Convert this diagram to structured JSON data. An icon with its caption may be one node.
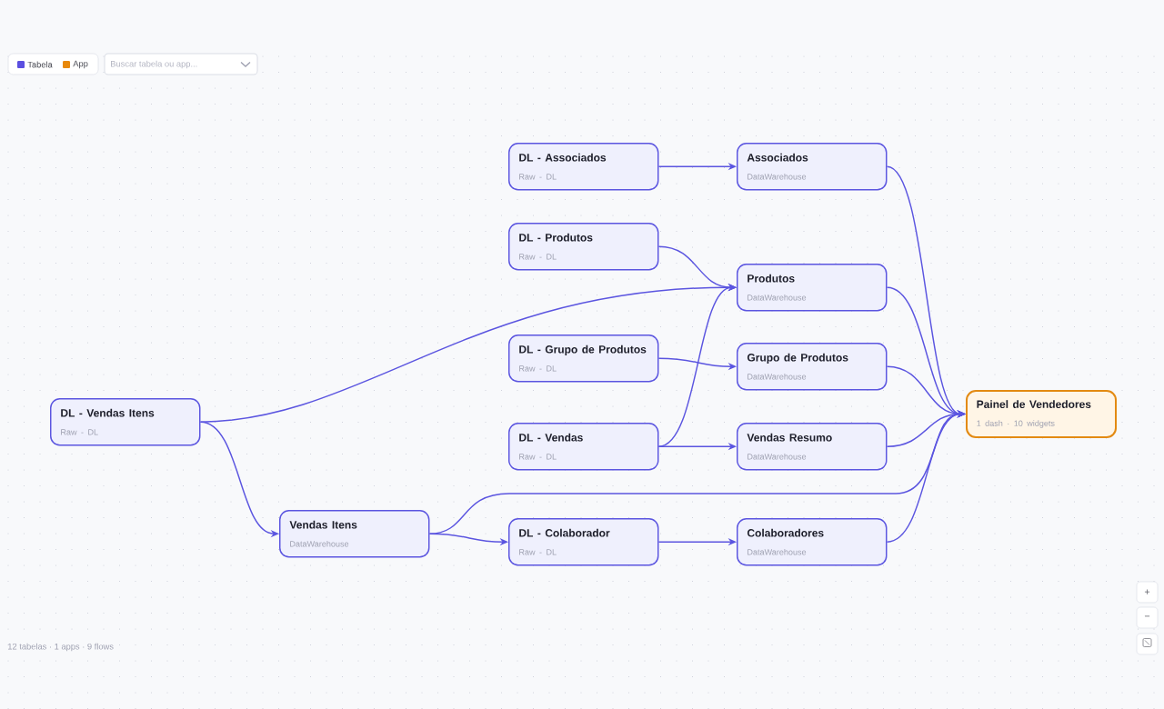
{
  "diagram": {
    "nodes": [
      {
        "text": [
          "DL - Associados",
          "Raw - DL"
        ]
      },
      {
        "text": [
          "DL - Produtos",
          "Raw - DL"
        ]
      },
      {
        "text": [
          "DL - Grupo de Produtos",
          "Raw - DL"
        ]
      },
      {
        "text": [
          "DL - Vendas Itens",
          "Raw - DL"
        ]
      },
      {
        "text": [
          "DL - Vendas",
          "Raw - DL"
        ]
      },
      {
        "text": [
          "Vendas Itens",
          "DataWarehouse"
        ]
      },
      {
        "text": [
          "DL - Colaborador",
          "Raw - DL"
        ]
      },
      {
        "text": [
          "Associados",
          "DataWarehouse"
        ]
      },
      {
        "text": [
          "Produtos",
          "DataWarehouse"
        ]
      },
      {
        "text": [
          "Grupo de Produtos",
          "DataWarehouse"
        ]
      },
      {
        "text": [
          "Vendas Resumo",
          "DataWarehouse"
        ]
      },
      {
        "text": [
          "Colaboradores",
          "DataWarehouse"
        ]
      },
      {
        "text": [
          "Painel de Vendedores",
          "1 dash · 10 widgets"
        ]
      }
    ],
    "edges": [
      {
        "from": 0,
        "to": 7,
        "arrow": "to"
      },
      {
        "from": 1,
        "to": 8,
        "arrow": "to"
      },
      {
        "from": 3,
        "to": 8,
        "arrow": "to"
      },
      {
        "from": 4,
        "to": 8,
        "arrow": "to"
      },
      {
        "from": 2,
        "to": 9,
        "arrow": "to"
      },
      {
        "from": 4,
        "to": 10,
        "arrow": "to"
      },
      {
        "from": 3,
        "to": 5,
        "arrow": "to"
      },
      {
        "from": 5,
        "to": 6,
        "arrow": "to"
      },
      {
        "from": 5,
        "to": 12,
        "arrow": "to"
      },
      {
        "from": 6,
        "to": 11,
        "arrow": "to"
      },
      {
        "from": 7,
        "to": 12,
        "arrow": "to"
      },
      {
        "from": 8,
        "to": 12,
        "arrow": "to"
      },
      {
        "from": 9,
        "to": 12,
        "arrow": "to"
      },
      {
        "from": 10,
        "to": 12,
        "arrow": "to"
      },
      {
        "from": 11,
        "to": 12,
        "arrow": "to"
      }
    ],
    "labels": [
      "Buscar tabela ou app...",
      "+",
      "−",
      "12 tabelas · 1 apps · 9 flows"
    ],
    "legend": [
      {
        "text": "Tabela",
        "color": "#5b4fe0"
      },
      {
        "text": "App",
        "color": "#e8890c"
      }
    ]
  }
}
